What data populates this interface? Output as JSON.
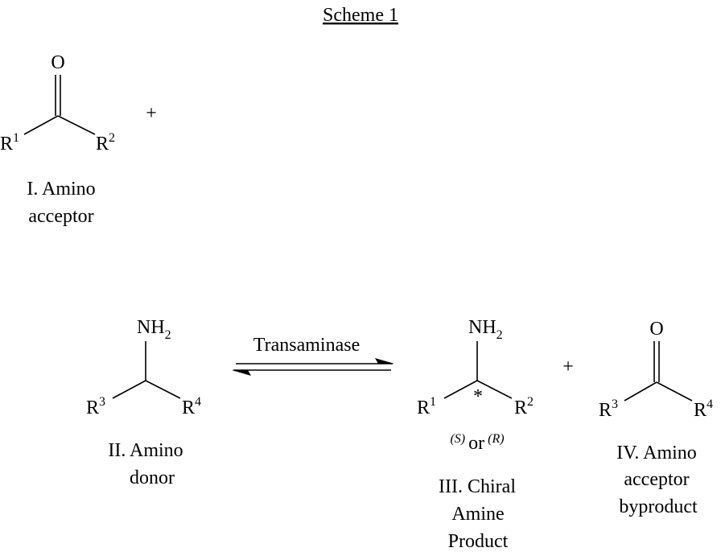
{
  "title": "Scheme 1",
  "plus_sign": "+",
  "arrow_label": "Transaminase",
  "compound_I": {
    "atom_o": "O",
    "r_left": "R",
    "r_left_sup": "1",
    "r_right": "R",
    "r_right_sup": "2",
    "caption_lines": [
      "I. Amino",
      "acceptor"
    ]
  },
  "compound_II": {
    "group_nh": "NH",
    "group_nh_sub": "2",
    "r_left": "R",
    "r_left_sup": "3",
    "r_right": "R",
    "r_right_sup": "4",
    "caption_lines": [
      "II. Amino",
      "donor"
    ]
  },
  "compound_III": {
    "group_nh": "NH",
    "group_nh_sub": "2",
    "stereo_mark": "*",
    "r_left": "R",
    "r_left_sup": "1",
    "r_right": "R",
    "r_right_sup": "2",
    "config_s": "(S)",
    "config_or": "or",
    "config_r": "(R)",
    "caption_lines": [
      "III. Chiral",
      "Amine",
      "Product"
    ]
  },
  "compound_IV": {
    "atom_o": "O",
    "r_left": "R",
    "r_left_sup": "3",
    "r_right": "R",
    "r_right_sup": "4",
    "caption_lines": [
      "IV. Amino",
      "acceptor",
      "byproduct"
    ]
  }
}
